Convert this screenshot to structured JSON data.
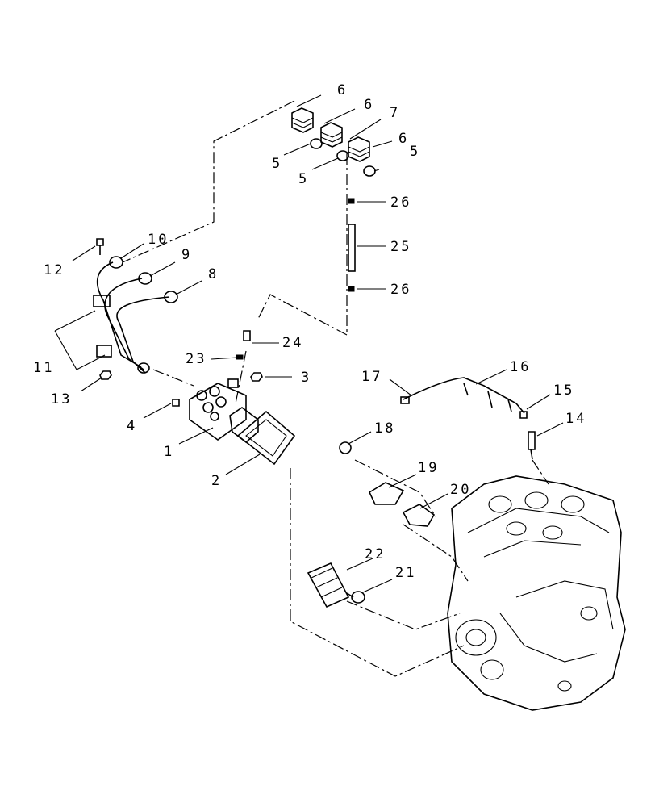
{
  "callouts": [
    "1",
    "2",
    "3",
    "4",
    "5",
    "5",
    "5",
    "6",
    "6",
    "6",
    "7",
    "8",
    "9",
    "10",
    "11",
    "12",
    "13",
    "14",
    "15",
    "16",
    "17",
    "18",
    "19",
    "20",
    "21",
    "22",
    "23",
    "24",
    "25",
    "26",
    "26"
  ]
}
